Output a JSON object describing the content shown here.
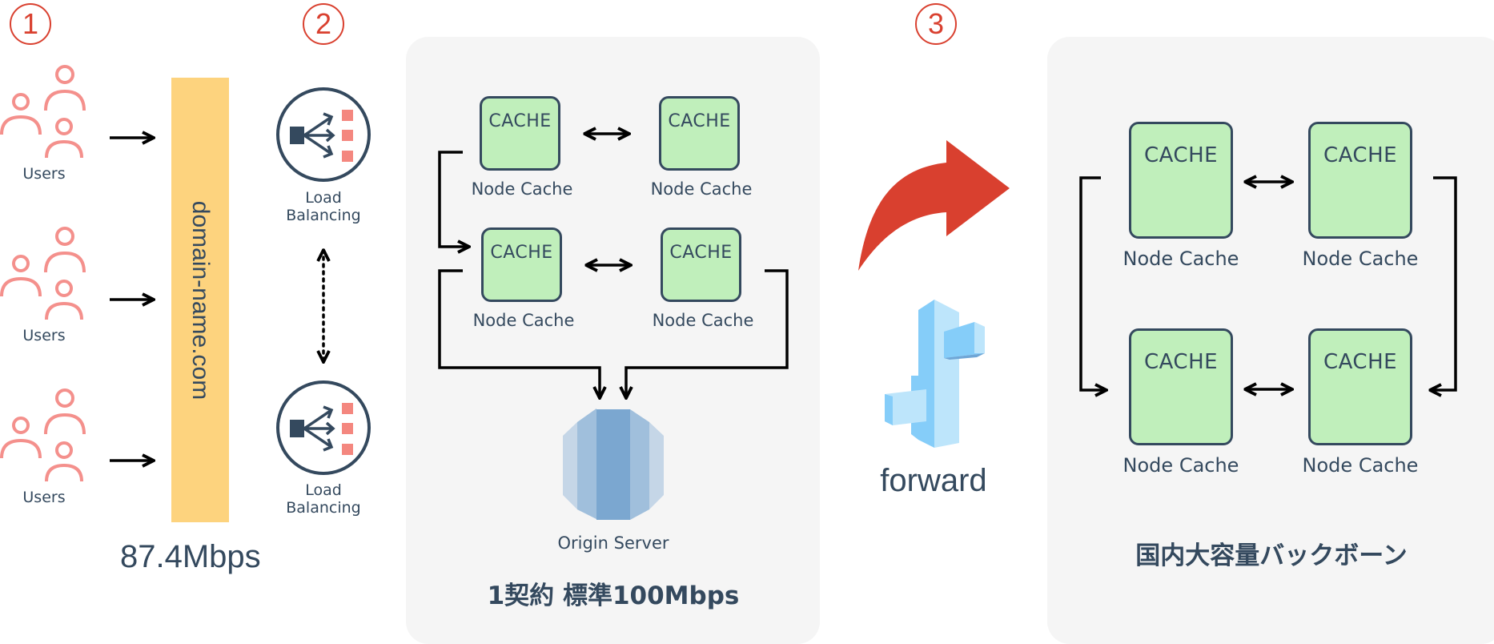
{
  "steps": [
    {
      "id": "1",
      "glyph": "1"
    },
    {
      "id": "2",
      "glyph": "2"
    },
    {
      "id": "3",
      "glyph": "3"
    }
  ],
  "users": {
    "groups": [
      {
        "label": "Users"
      },
      {
        "label": "Users"
      },
      {
        "label": "Users"
      }
    ]
  },
  "domain": {
    "name": "domain-name.com",
    "bandwidth": "87.4Mbps"
  },
  "load_balancers": [
    {
      "label_line1": "Load",
      "label_line2": "Balancing"
    },
    {
      "label_line1": "Load",
      "label_line2": "Balancing"
    }
  ],
  "standard_panel": {
    "nodes": [
      {
        "badge": "CACHE",
        "label": "Node Cache"
      },
      {
        "badge": "CACHE",
        "label": "Node Cache"
      },
      {
        "badge": "CACHE",
        "label": "Node Cache"
      },
      {
        "badge": "CACHE",
        "label": "Node Cache"
      }
    ],
    "origin_label": "Origin Server",
    "caption": "1契約 標準100Mbps"
  },
  "forward": {
    "label": "forward"
  },
  "backbone_panel": {
    "nodes": [
      {
        "badge": "CACHE",
        "label": "Node Cache"
      },
      {
        "badge": "CACHE",
        "label": "Node Cache"
      },
      {
        "badge": "CACHE",
        "label": "Node Cache"
      },
      {
        "badge": "CACHE",
        "label": "Node Cache"
      }
    ],
    "caption": "国内大容量バックボーン"
  },
  "colors": {
    "step_red": "#d9402f",
    "users_pink": "#f4908c",
    "domain_yellow": "#fdd37e",
    "cache_green": "#c0efbb",
    "text_navy": "#34495e",
    "panel_grey": "#f5f5f5",
    "forward_arrow_red": "#d9402f",
    "origin_blue": "#7ba7d0",
    "forward_icon_blue": "#85cdf9"
  }
}
